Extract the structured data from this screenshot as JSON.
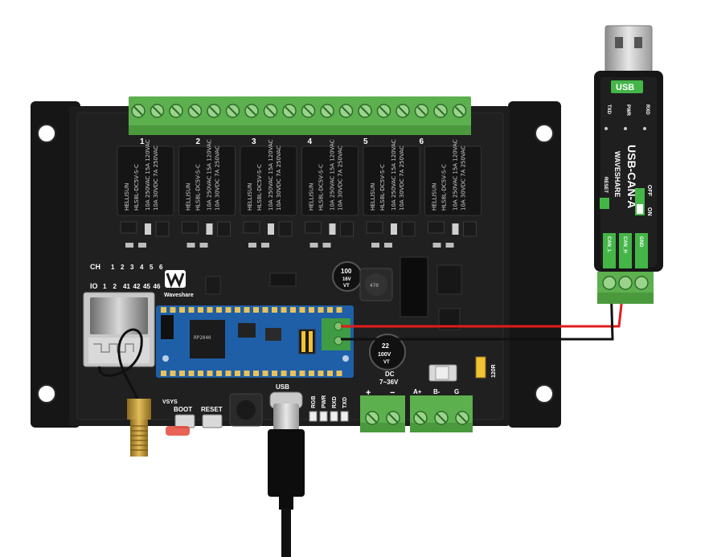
{
  "board": {
    "channel_numbers": [
      "1",
      "2",
      "3",
      "4",
      "5",
      "6"
    ],
    "relay_brand": "HELLISUN",
    "relay_model": "HLS8L-DC5V-S-C",
    "relay_rating_1": "10A 250VAC",
    "relay_rating_2": "10A 30VDC",
    "relay_rating_3": "15A 120VAC",
    "relay_rating_4": "7A 250VAC",
    "ch_label": "CH",
    "ch_values": [
      "1",
      "2",
      "3",
      "4",
      "5",
      "6"
    ],
    "io_label": "IO",
    "io_values": [
      "1",
      "2",
      "41",
      "42",
      "45",
      "46"
    ],
    "brand": "Waveshare",
    "cap_top_value": "100",
    "cap_top_volt": "16V",
    "cap_top_mark": "VT",
    "inductor_mark": "470",
    "cap_bottom_value": "22",
    "cap_bottom_volt": "100V",
    "cap_bottom_mark": "VT",
    "dc_label": "DC",
    "dc_range": "7~36V",
    "plus": "+",
    "minus": "−",
    "rs485_a": "A+",
    "rs485_b": "B-",
    "rs485_g": "G",
    "resistor_label": "120R",
    "vsys_label": "VSYS",
    "boot_label": "BOOT",
    "reset_label": "RESET",
    "usb_label": "USB",
    "led_labels": [
      "RGB",
      "PWR",
      "RXD",
      "TXD"
    ]
  },
  "adapter": {
    "usb_tag": "USB",
    "led_labels": [
      "TXD",
      "PWR",
      "RXD"
    ],
    "model": "USB-CAN-A",
    "brand": "WAVESHARE",
    "reset_label": "RESET",
    "switch_off": "OFF",
    "switch_on": "ON",
    "pin_labels": [
      "CAN_L",
      "CAN_H",
      "GND"
    ]
  },
  "colors": {
    "board": "#1b1b1b",
    "terminal": "#5cb04d",
    "relay": "#151515",
    "adapter_green": "#44b648",
    "wire_red": "#e31b1b",
    "wire_black": "#111111",
    "pcb_blue": "#1f5fa8"
  }
}
